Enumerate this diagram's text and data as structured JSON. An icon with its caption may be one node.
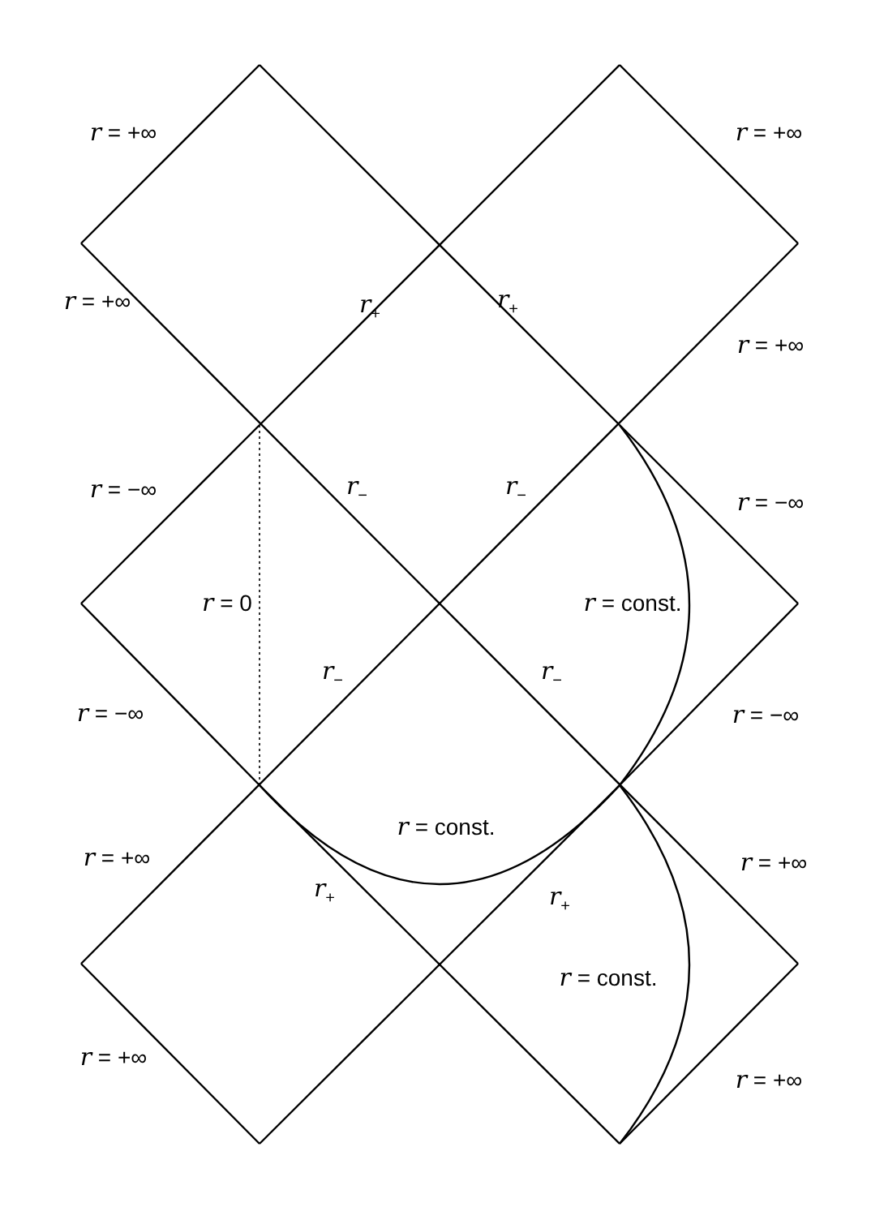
{
  "diagram": {
    "labels": [
      "*r* = +∞",
      "*r* = +∞",
      "*r* = +∞",
      "*r*$_{+}$",
      "*r*$_{+}$",
      "*r* = +∞",
      "*r* = −∞",
      "*r*$_{−}$",
      "*r*$_{−}$",
      "*r* = −∞",
      "*r* = 0",
      "*r* = const.",
      "*r* = −∞",
      "*r*$_{−}$",
      "*r*$_{−}$",
      "*r* = −∞",
      "*r* = const.",
      "*r* = +∞",
      "*r*$_{+}$",
      "*r*$_{+}$",
      "*r* = +∞",
      "*r* = const.",
      "*r* = +∞",
      "*r* = +∞"
    ]
  }
}
